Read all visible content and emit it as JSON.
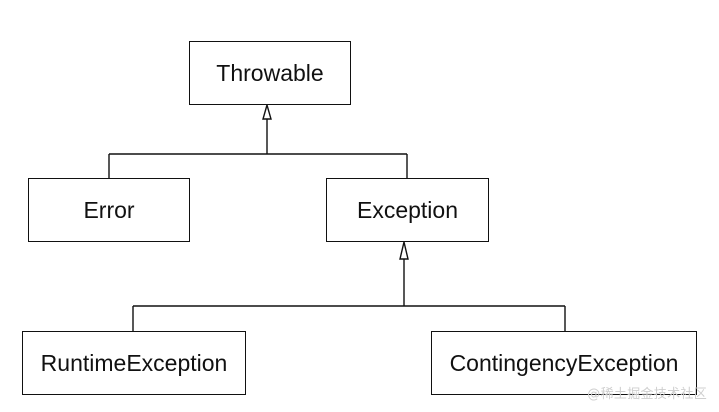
{
  "nodes": {
    "throwable": "Throwable",
    "error": "Error",
    "exception": "Exception",
    "runtime_exception": "RuntimeException",
    "contingency_exception": "ContingencyException"
  },
  "watermark": "@稀土掘金技术社区",
  "colors": {
    "line": "#111111",
    "background": "#ffffff",
    "watermark": "#cfcfcf"
  }
}
